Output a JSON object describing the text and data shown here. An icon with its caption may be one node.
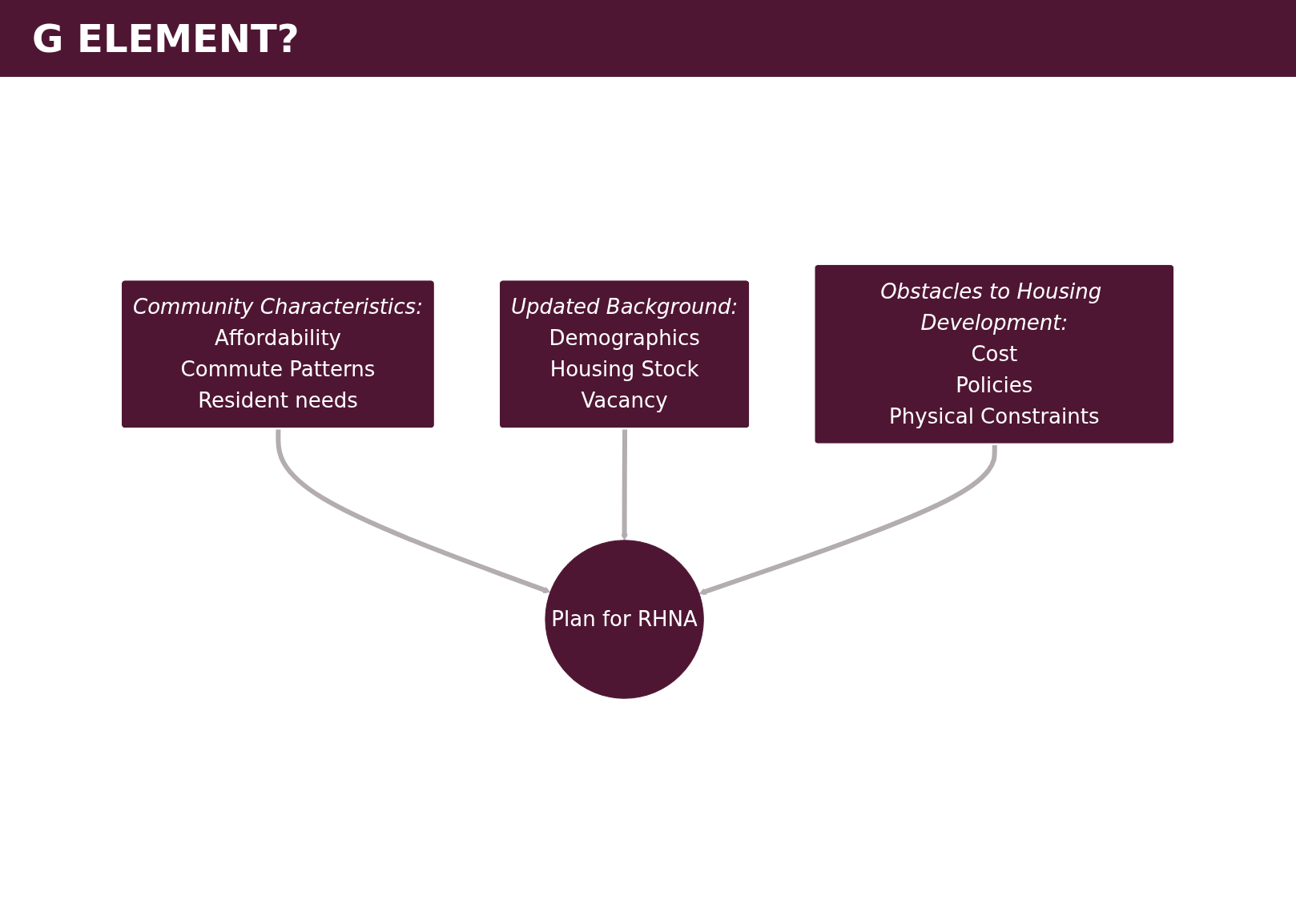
{
  "diagram": {
    "title": "G ELEMENT?",
    "nodes": [
      {
        "text": [
          "Community Characteristics:",
          "Affordability",
          "Commute Patterns",
          "Resident needs"
        ]
      },
      {
        "text": [
          "Updated Background:",
          "Demographics",
          "Housing Stock",
          "Vacancy"
        ]
      },
      {
        "text": [
          "Obstacles to Housing Development:",
          "Cost",
          "Policies",
          "Physical Constraints"
        ]
      },
      {
        "text": [
          "Plan for RHNA"
        ]
      }
    ],
    "edges": [
      {
        "from": 0,
        "to": 3,
        "arrow": "to"
      },
      {
        "from": 1,
        "to": 3,
        "arrow": "to"
      },
      {
        "from": 2,
        "to": 3,
        "arrow": "to"
      }
    ]
  }
}
